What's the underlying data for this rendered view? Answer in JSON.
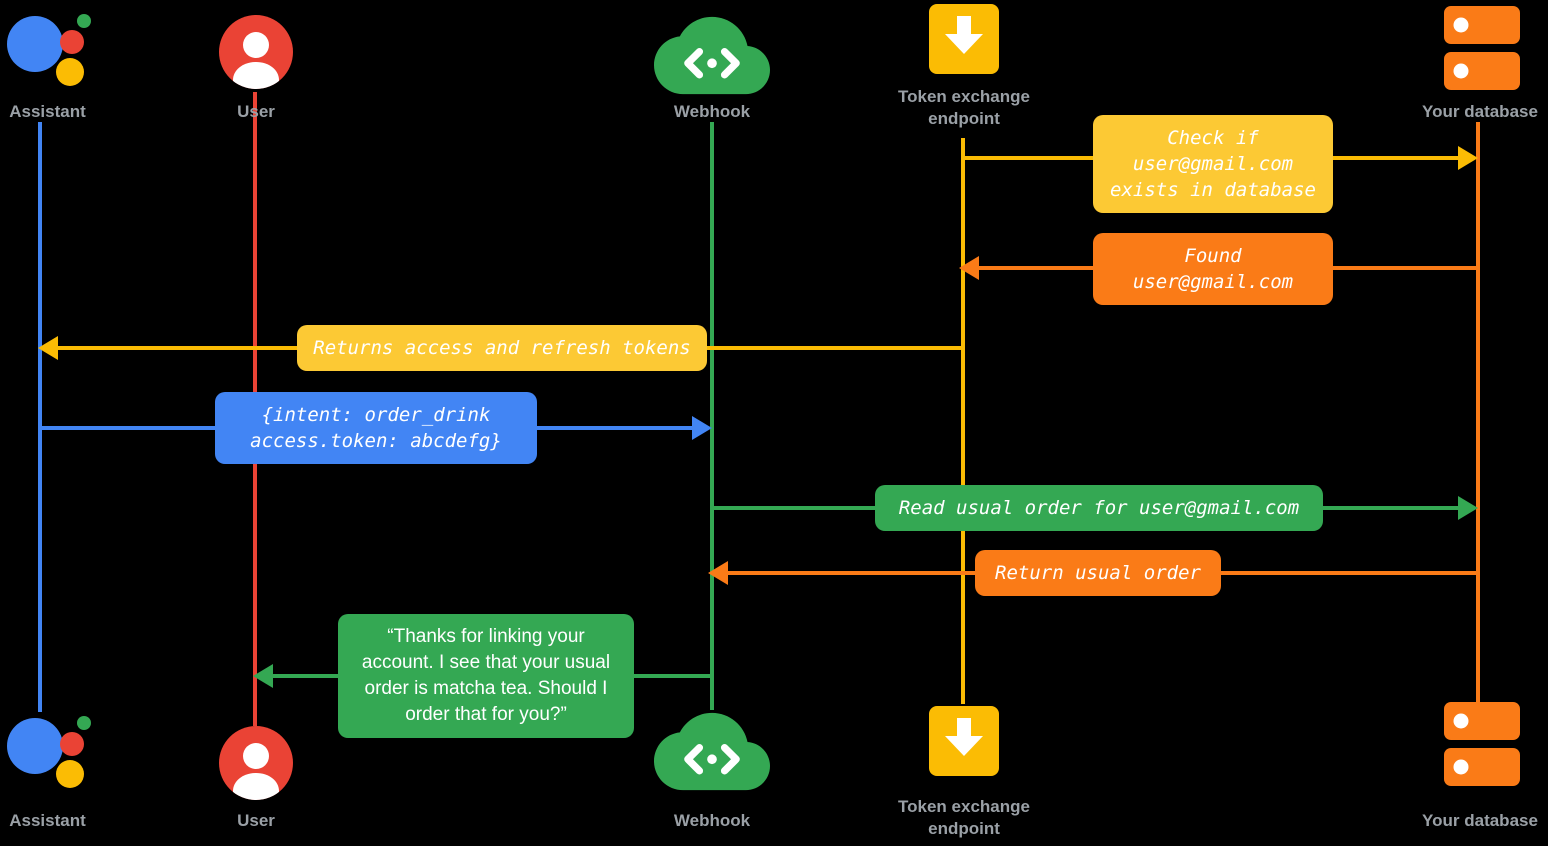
{
  "colors": {
    "blue": "#4285F4",
    "red": "#EA4335",
    "yellow": "#FBBC04",
    "yellow_light": "#FCC934",
    "green": "#34A853",
    "orange": "#FA7B17",
    "label_gray": "#9AA0A6",
    "background": "#000000",
    "message_text": "#FFFFFF"
  },
  "actors": {
    "assistant": {
      "label": "Assistant",
      "icon": "google-assistant-logo"
    },
    "user": {
      "label": "User",
      "icon": "person-circle-icon"
    },
    "webhook": {
      "label": "Webhook",
      "icon": "code-cloud-icon"
    },
    "token": {
      "label": "Token exchange\nendpoint",
      "icon": "inbox-down-arrow-icon"
    },
    "database": {
      "label": "Your database",
      "icon": "database-icon"
    }
  },
  "messages": {
    "check_exists": {
      "text": "Check if\nuser@gmail.com\nexists in database",
      "from": "Token exchange endpoint",
      "to": "Your database",
      "color": "#FCC934"
    },
    "found": {
      "text": "Found\nuser@gmail.com",
      "from": "Your database",
      "to": "Token exchange endpoint",
      "color": "#FA7B17"
    },
    "tokens": {
      "text": "Returns access and refresh tokens",
      "from": "Token exchange endpoint",
      "to": "Assistant",
      "color": "#FCC934"
    },
    "intent": {
      "text": "{intent: order_drink\naccess.token: abcdefg}",
      "from": "Assistant",
      "to": "Webhook",
      "color": "#4285F4"
    },
    "read_order": {
      "text": "Read usual order for user@gmail.com",
      "from": "Webhook",
      "to": "Your database",
      "color": "#34A853"
    },
    "return_order": {
      "text": "Return usual order",
      "from": "Your database",
      "to": "Webhook",
      "color": "#FA7B17"
    },
    "quote": {
      "text": "“Thanks for linking your\naccount. I see that your usual\norder is matcha tea. Should I\norder that for you?”",
      "from": "Webhook",
      "to": "User",
      "color": "#34A853"
    }
  }
}
